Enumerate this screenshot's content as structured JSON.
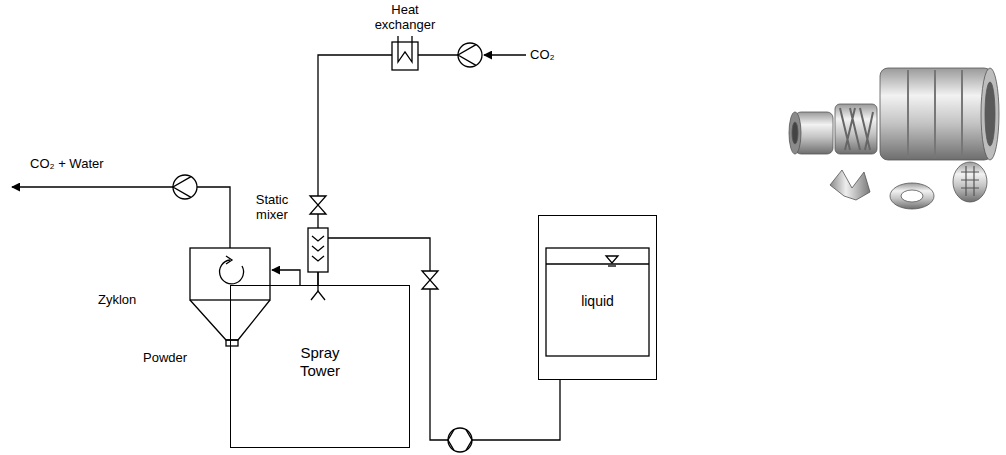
{
  "diagram": {
    "nodes": [
      {
        "text": [
          "Spray Tower"
        ]
      },
      {
        "text": [
          "liquid"
        ]
      }
    ],
    "edges": [
      {
        "from": 1,
        "to": 0,
        "arrow": "none"
      }
    ],
    "labels": [
      "Heat exchanger",
      "CO₂",
      "CO₂ + Water",
      "Static mixer",
      "Zyklon",
      "Powder"
    ]
  }
}
